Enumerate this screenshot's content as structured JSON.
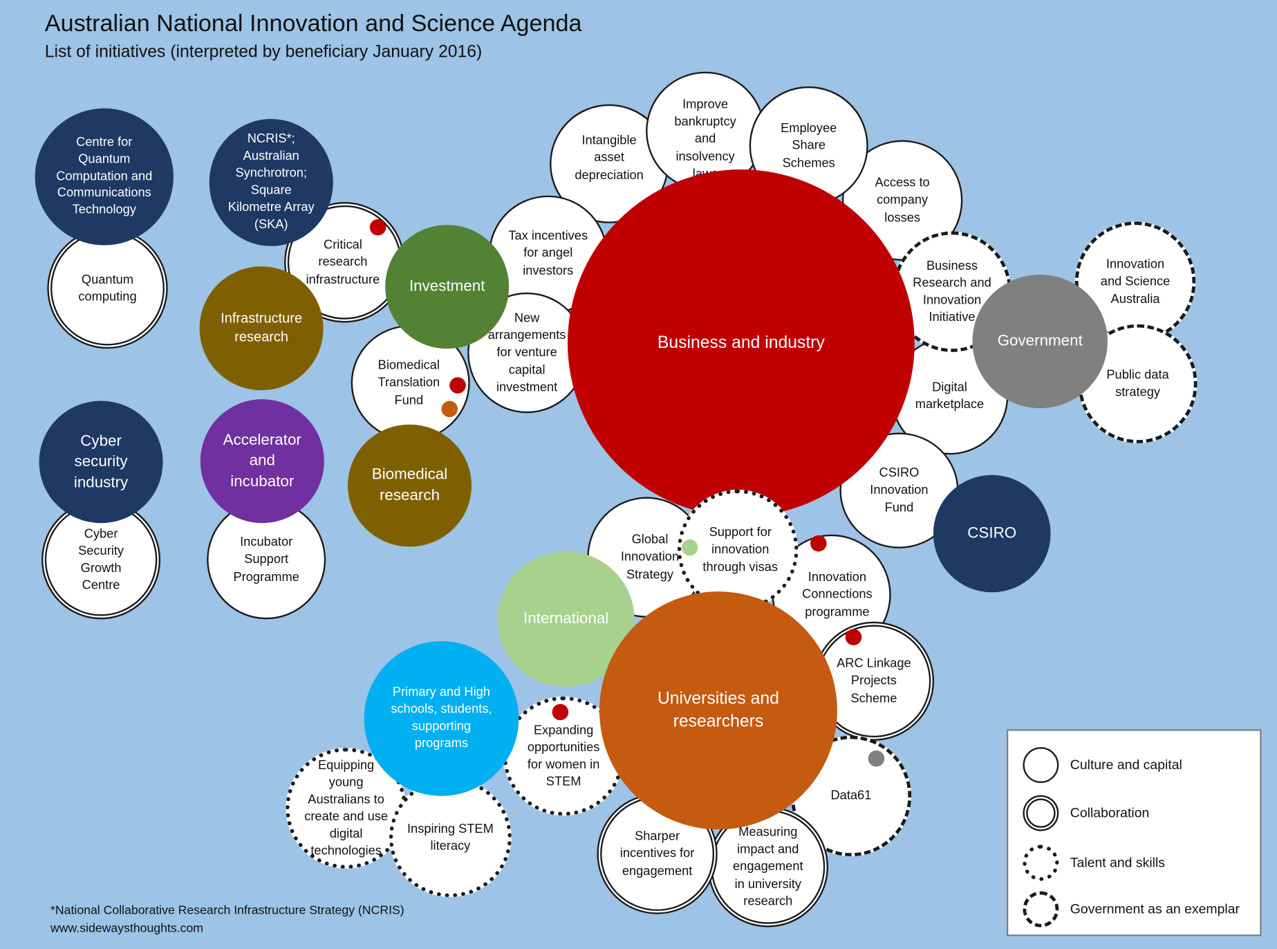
{
  "title": "Australian National Innovation and Science Agenda",
  "subtitle": "List of initiatives (interpreted by beneficiary January 2016)",
  "colors": {
    "background": "#9dc3e6",
    "business": "#c00000",
    "universities": "#c55a11",
    "investment": "#548235",
    "government": "#808080",
    "csiro": "#1f3864",
    "international": "#a9d18e",
    "schools": "#00b0f0",
    "research": "#7f6000",
    "accelerator": "#7030a0"
  },
  "categories": {
    "business": "Business and industry",
    "universities": "Universities and researchers",
    "investment": "Investment",
    "government": "Government",
    "csiro": "CSIRO",
    "international": "International",
    "schools": "Primary and High schools, students, supporting programs",
    "infrastructure_research": "Infrastructure research",
    "biomedical_research": "Biomedical research",
    "accelerator": "Accelerator and incubator",
    "cyber": "Cyber security industry",
    "quantum_centre": "Centre for Quantum Computation and Communications Technology",
    "ncris": "NCRIS*; Australian Synchrotron; Square Kilometre Array (SKA)"
  },
  "initiatives": {
    "intangible": "Intangible asset depreciation",
    "bankruptcy": "Improve bankruptcy and insolvency laws",
    "employee_share": "Employee Share Schemes",
    "company_losses": "Access to company losses",
    "brii": "Business Research and Innovation Initiative",
    "isa": "Innovation and Science Australia",
    "public_data": "Public data strategy",
    "digital_marketplace": "Digital marketplace",
    "csiro_fund": "CSIRO Innovation Fund",
    "angel": "Tax incentives for angel investors",
    "venture": "New arrangements for venture capital investment",
    "critical_infra": "Critical research infrastructure",
    "biomedical_fund": "Biomedical Translation Fund",
    "quantum": "Quantum computing",
    "cyber_centre": "Cyber Security Growth Centre",
    "incubator": "Incubator Support Programme",
    "global_strategy": "Global Innovation Strategy",
    "visas": "Support for innovation through visas",
    "connections": "Innovation Connections programme",
    "arc": "ARC Linkage Projects Scheme",
    "data61": "Data61",
    "measuring": "Measuring impact and engagement in university research",
    "sharper": "Sharper incentives for engagement",
    "women": "Expanding opportunities for women in STEM",
    "equipping": "Equipping young Australians to create and use digital technologies",
    "inspiring": "Inspiring STEM literacy"
  },
  "legend": {
    "culture": "Culture and capital",
    "collab": "Collaboration",
    "talent": "Talent and skills",
    "gov": "Government as an exemplar"
  },
  "footnote": "*National Collaborative Research Infrastructure Strategy (NCRIS)",
  "website": "www.sidewaysthoughts.com"
}
